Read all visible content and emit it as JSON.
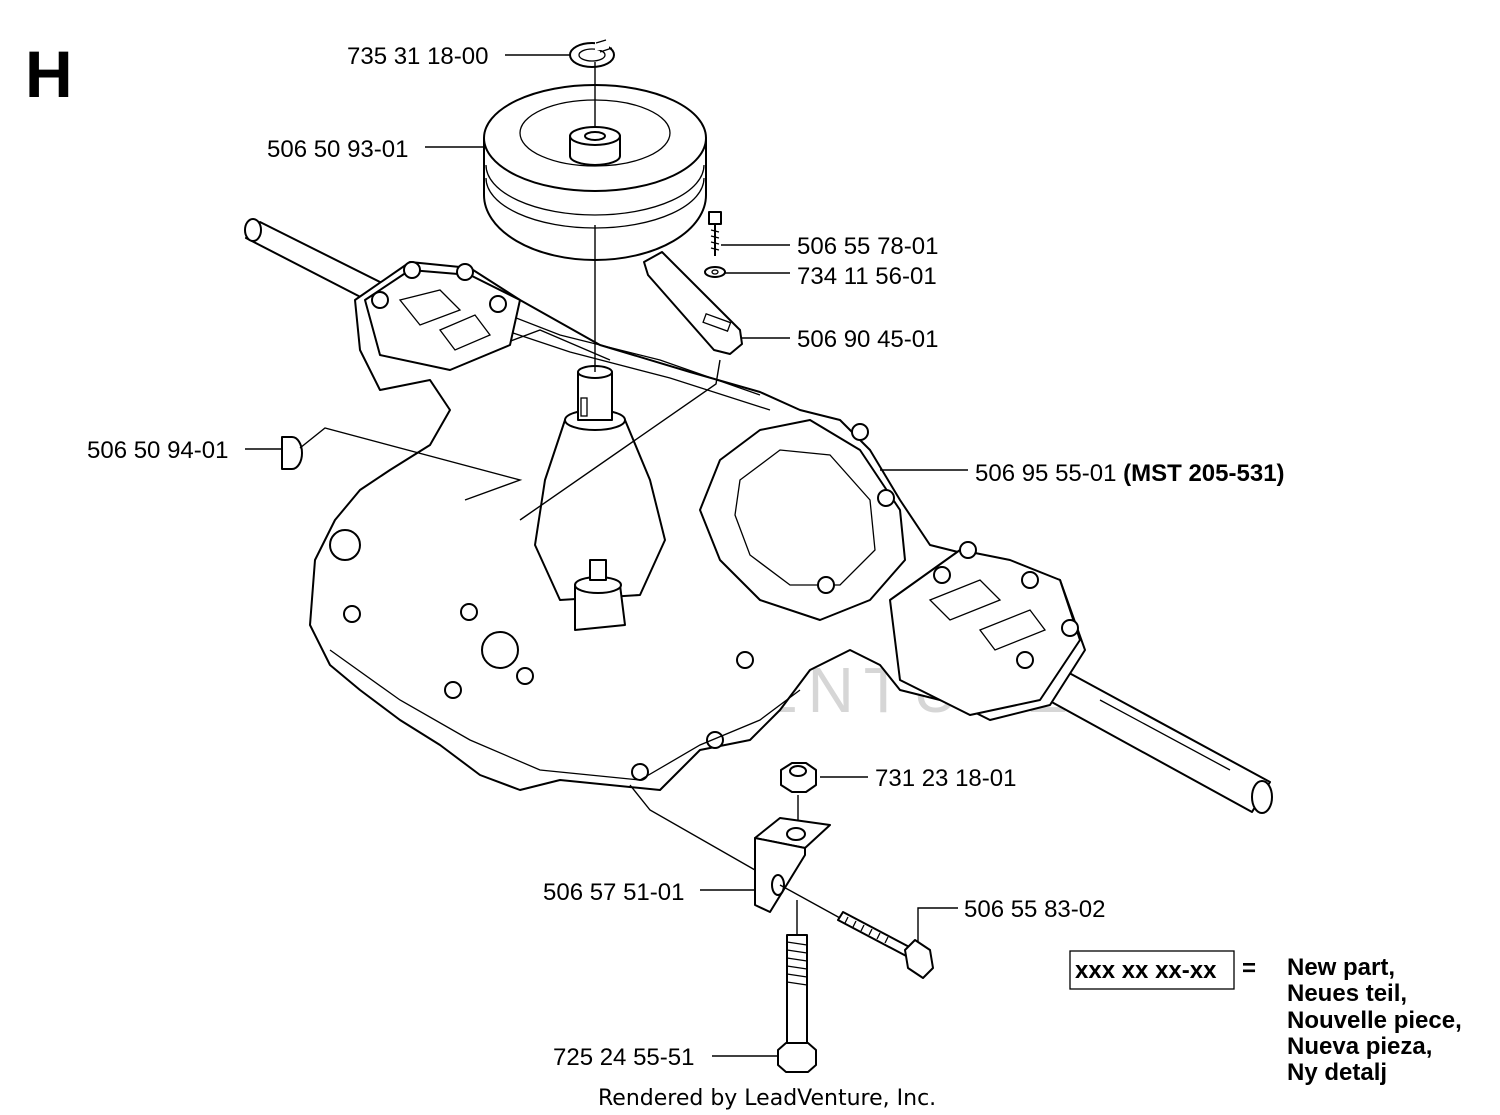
{
  "section_letter": "H",
  "watermark": "LEADVENTURE",
  "footer": "Rendered by LeadVenture, Inc.",
  "parts": [
    {
      "id": "p1",
      "number": "735 31 18-00"
    },
    {
      "id": "p2",
      "number": "506 50 93-01"
    },
    {
      "id": "p3",
      "number": "506 55 78-01"
    },
    {
      "id": "p4",
      "number": "734 11 56-01"
    },
    {
      "id": "p5",
      "number": "506 90 45-01"
    },
    {
      "id": "p6",
      "number": "506 50 94-01"
    },
    {
      "id": "p7",
      "number": "506 95 55-01",
      "suffix": "(MST 205-531)"
    },
    {
      "id": "p8",
      "number": "731 23 18-01"
    },
    {
      "id": "p9",
      "number": "506 57 51-01"
    },
    {
      "id": "p10",
      "number": "506 55 83-02"
    },
    {
      "id": "p11",
      "number": "725 24 55-51"
    }
  ],
  "legend": {
    "box_text": "xxx xx xx-xx",
    "equals": "=",
    "lines": [
      "New part,",
      "Neues teil,",
      "Nouvelle piece,",
      "Nueva pieza,",
      "Ny detalj"
    ]
  }
}
